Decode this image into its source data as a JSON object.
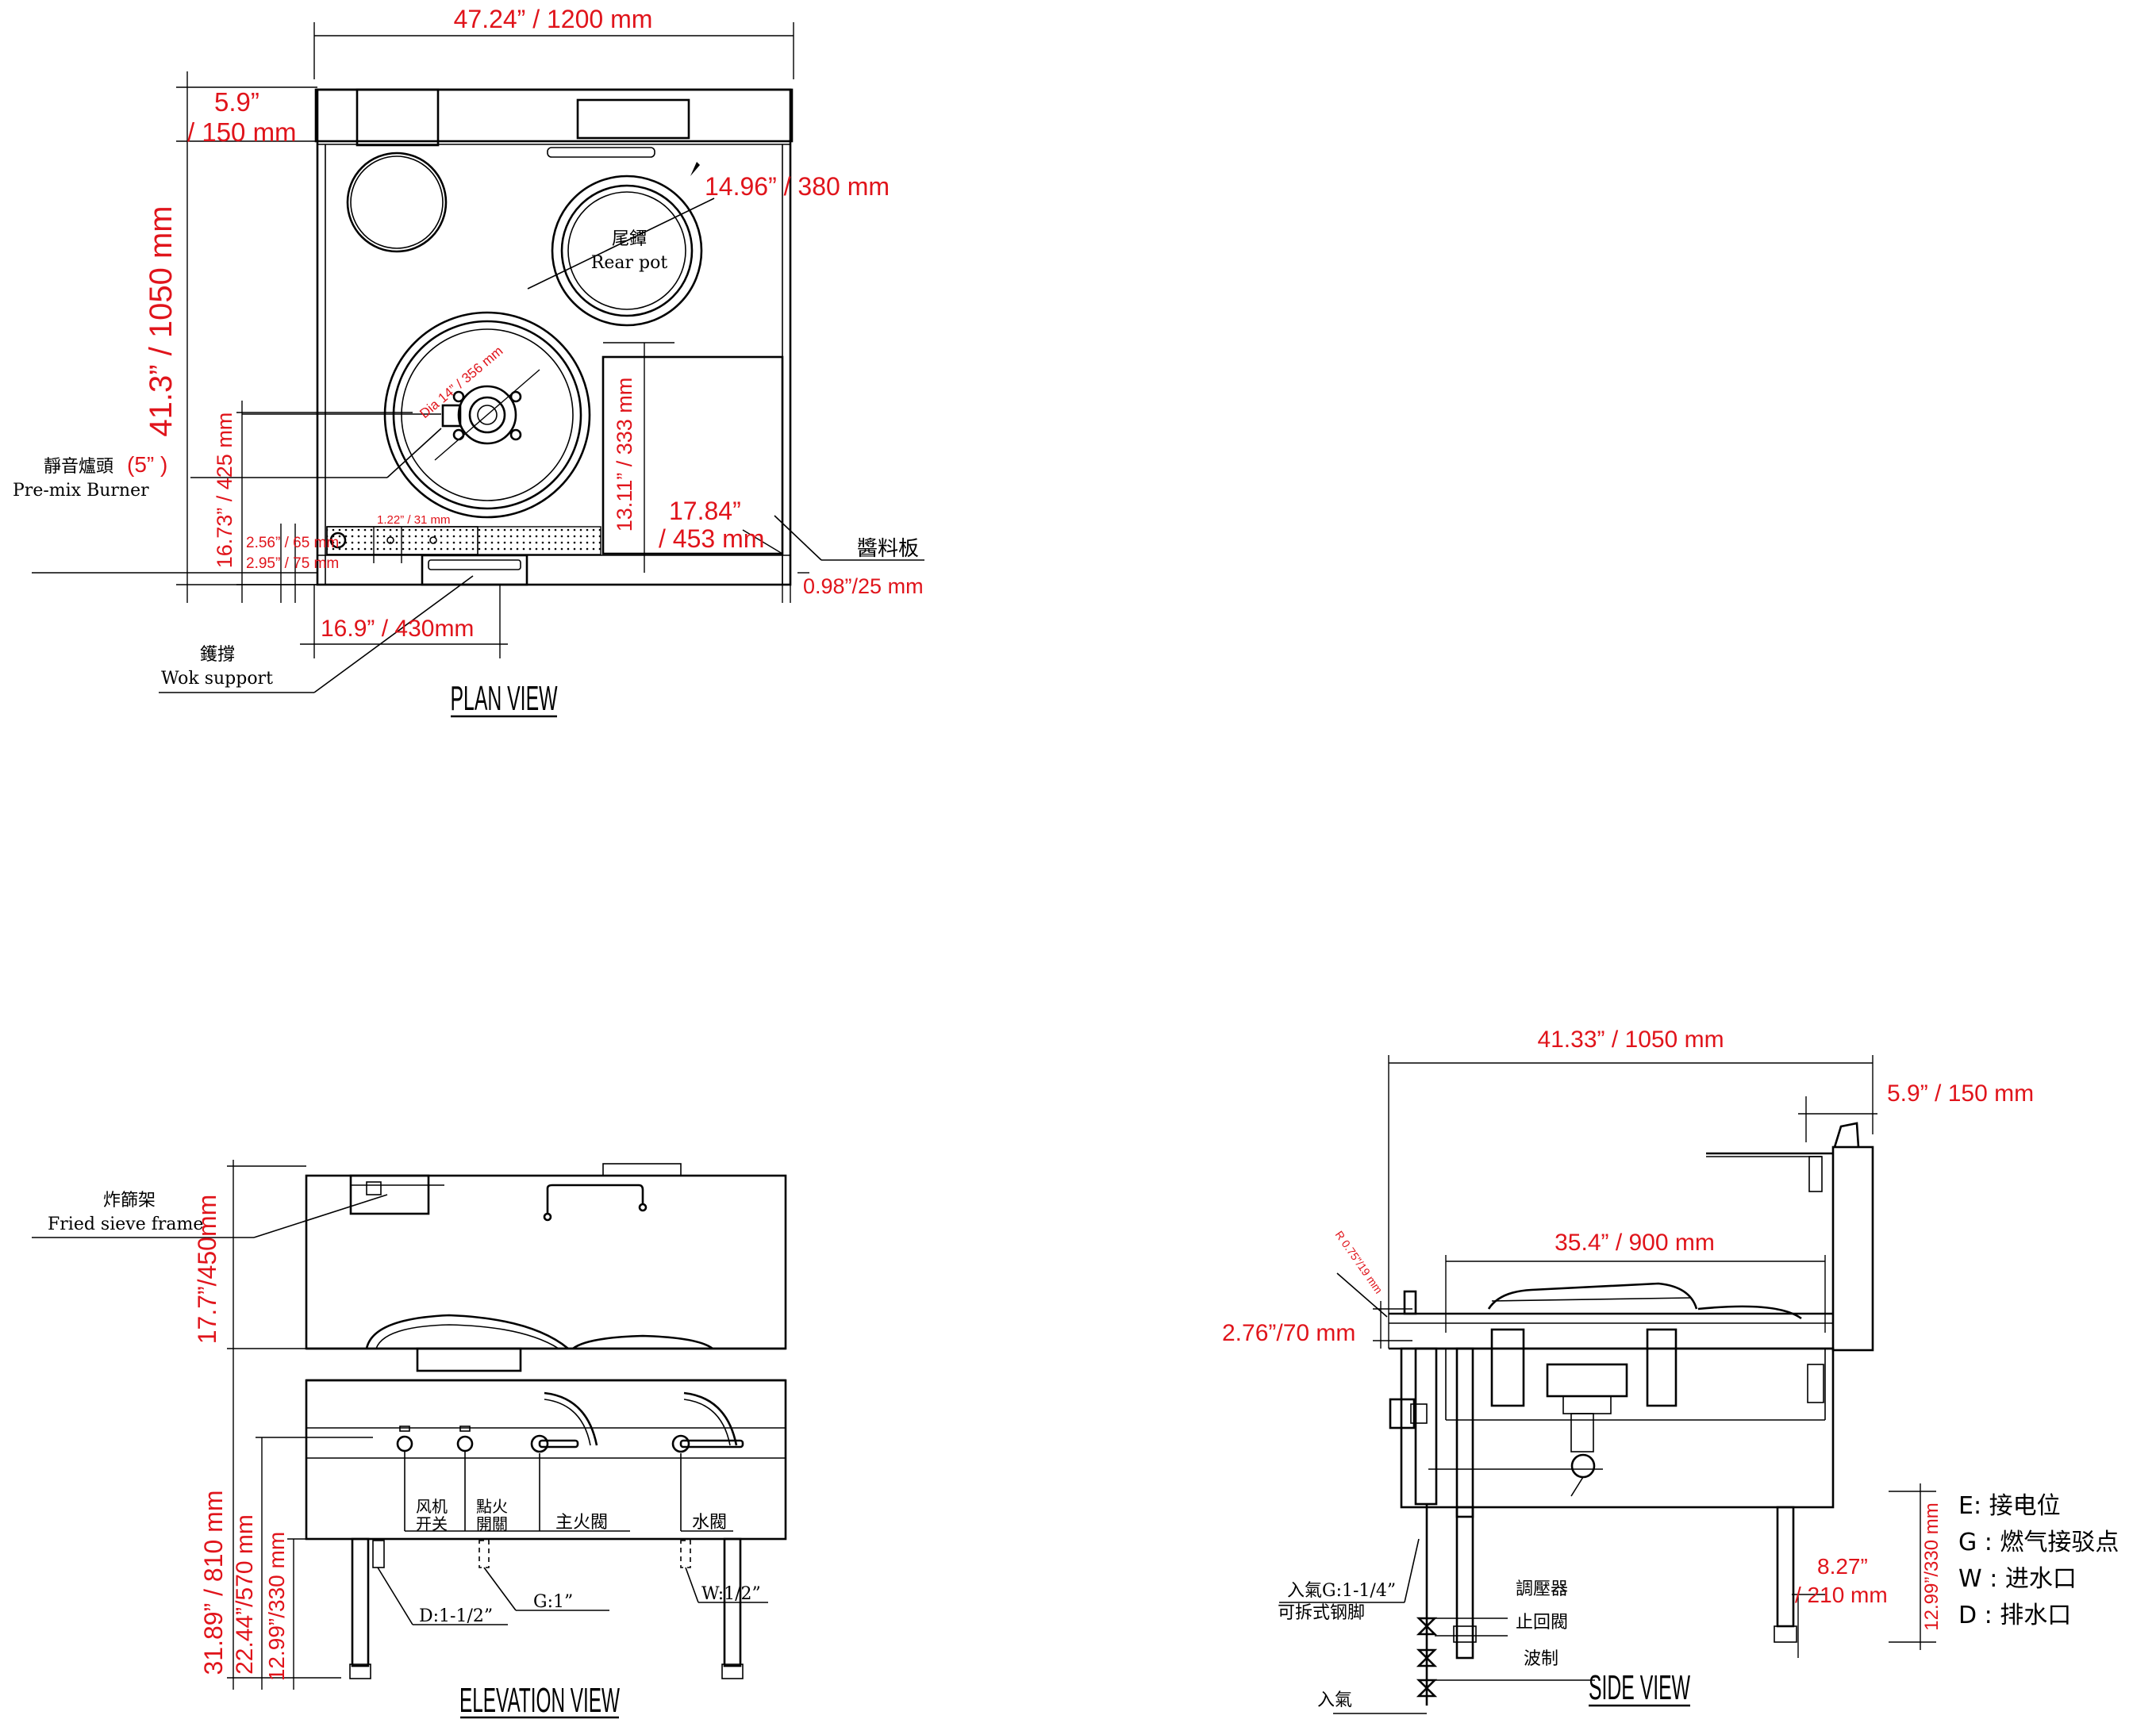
{
  "plan": {
    "width": "47.24” / 1200 mm",
    "depth": "41.3” / 1050 mm",
    "rear_offset_a": "5.9”",
    "rear_offset_b": "/ 150 mm",
    "rear_pot_dia": "14.96” / 380 mm",
    "rear_pot_zh": "尾鐔",
    "rear_pot_en": "Rear pot",
    "wok_dia": "Dia 14” / 356 mm",
    "burner_zh": "靜音爐頭",
    "burner_size": "(5” )",
    "burner_en": "Pre-mix Burner",
    "front_depth": "16.73” / 425 mm",
    "sauce_depth": "13.11” / 333 mm",
    "sauce_width_a": "17.84”",
    "sauce_width_b": "/ 453 mm",
    "sauce_zh": "醬料板",
    "edge": "0.98”/25 mm",
    "dim_a": "2.56” / 65 mm",
    "dim_b": "2.95” / 75 mm",
    "dim_c": "1.22” / 31 mm",
    "offset": "16.9” / 430mm",
    "wok_support_zh": "鑊撐",
    "wok_support_en": "Wok support",
    "title": "PLAN VIEW"
  },
  "elevation": {
    "splash_height": "17.7”/450mm",
    "sieve_zh": "炸篩架",
    "sieve_en": "Fried sieve frame",
    "h_total": "31.89” / 810 mm",
    "h_work": "22.44”/570 mm",
    "h_shelf": "12.99”/330 mm",
    "switch_fan": [
      "风机",
      "开关"
    ],
    "switch_ignite": [
      "點火",
      "開關"
    ],
    "valve_main": "主火閥",
    "valve_water": "水閥",
    "drain": "D:1-1/2”",
    "gas": "G:1”",
    "water": "W:1/2”",
    "title": "ELEVATION VIEW"
  },
  "side": {
    "depth": "41.33” / 1050 mm",
    "rear": "5.9” / 150 mm",
    "radius": "R 0.75”/19 mm",
    "inner": "35.4” / 900 mm",
    "front_h": "2.76”/70 mm",
    "leg_a": "8.27”",
    "leg_b": "/ 210 mm",
    "shelf_h": "12.99”/330 mm",
    "gas_in": "入氣G:1-1/4”",
    "leg_detach": "可拆式钢脚",
    "regulator": "調壓器",
    "check_valve": "止回閥",
    "wave": "波制",
    "inlet": "入氣",
    "title": "SIDE VIEW"
  },
  "legend": [
    "E: 接电位",
    "G : 燃气接驳点",
    "W : 进水口",
    "D : 排水口"
  ]
}
